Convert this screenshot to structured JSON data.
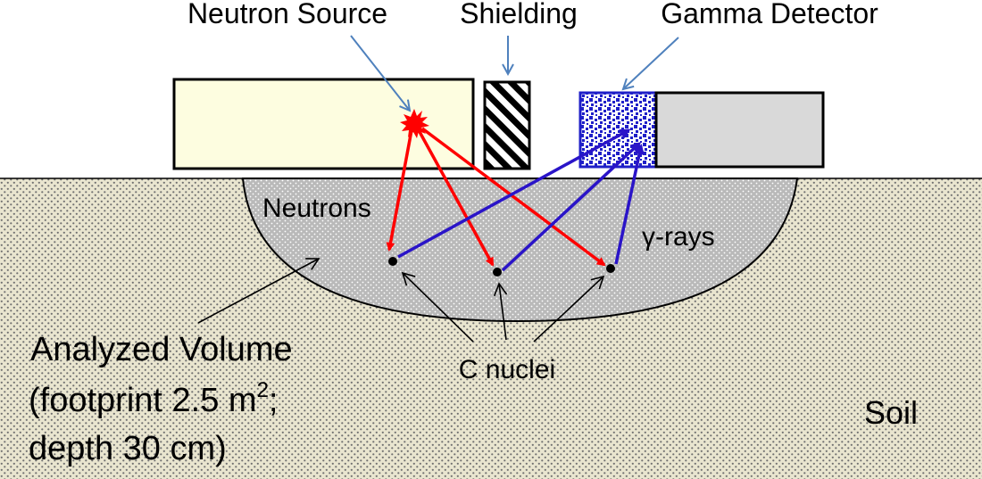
{
  "labels": {
    "neutron_source": "Neutron Source",
    "shielding": "Shielding",
    "gamma_detector": "Gamma Detector",
    "neutrons": "Neutrons",
    "gamma_rays": "γ-rays",
    "c_nuclei": "C nuclei",
    "analyzed_volume_line1": "Analyzed Volume",
    "analyzed_volume_line2_prefix": "(footprint 2.5 m",
    "analyzed_volume_line2_sup": "2",
    "analyzed_volume_line2_suffix": ";",
    "analyzed_volume_line3": "depth 30 cm)",
    "soil": "Soil"
  },
  "colors": {
    "soil_fill": "#e9e5cf",
    "soil_dot": "#6f6f6f",
    "volume_fill": "#b9b9b9",
    "source_housing": "#fdfde0",
    "detector_housing": "#d9d9d9",
    "detector_crystal": "#1f1fc8",
    "neutron_arrow": "#ff0000",
    "gamma_arrow": "#2a14c8",
    "callout_arrow": "#4f81bd",
    "outline": "#000000"
  }
}
